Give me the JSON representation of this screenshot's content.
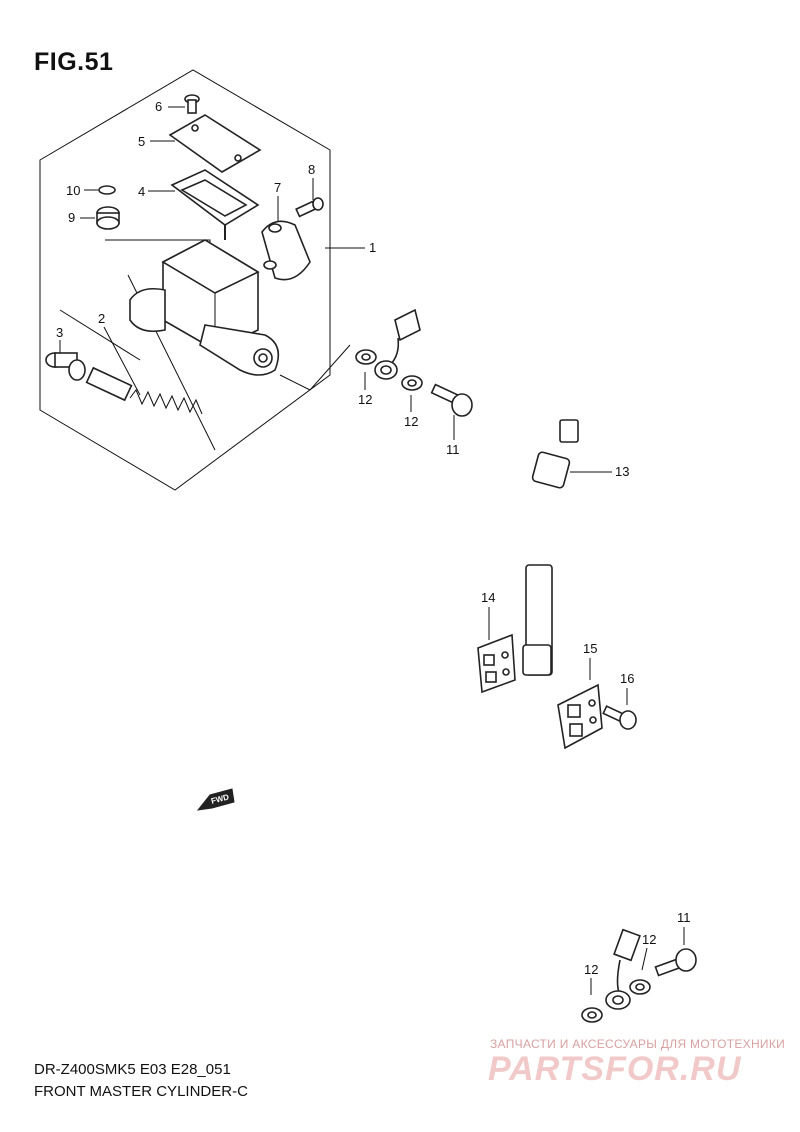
{
  "figure": {
    "title": "FIG.51",
    "model_code": "DR-Z400SMK5 E03 E28_051",
    "caption": "FRONT MASTER CYLINDER-C"
  },
  "watermark": {
    "tagline": "ЗАПЧАСТИ И АКСЕССУАРЫ ДЛЯ МОТОТЕХНИКИ",
    "logo": "PARTSFOR.RU"
  },
  "fwd_label": "FWD",
  "callouts": {
    "c1": "1",
    "c2": "2",
    "c3": "3",
    "c4": "4",
    "c5": "5",
    "c6": "6",
    "c7": "7",
    "c8": "8",
    "c9": "9",
    "c10": "10",
    "c11a": "11",
    "c11b": "11",
    "c12a": "12",
    "c12b": "12",
    "c12c": "12",
    "c12d": "12",
    "c13": "13",
    "c14": "14",
    "c15": "15",
    "c16": "16"
  }
}
